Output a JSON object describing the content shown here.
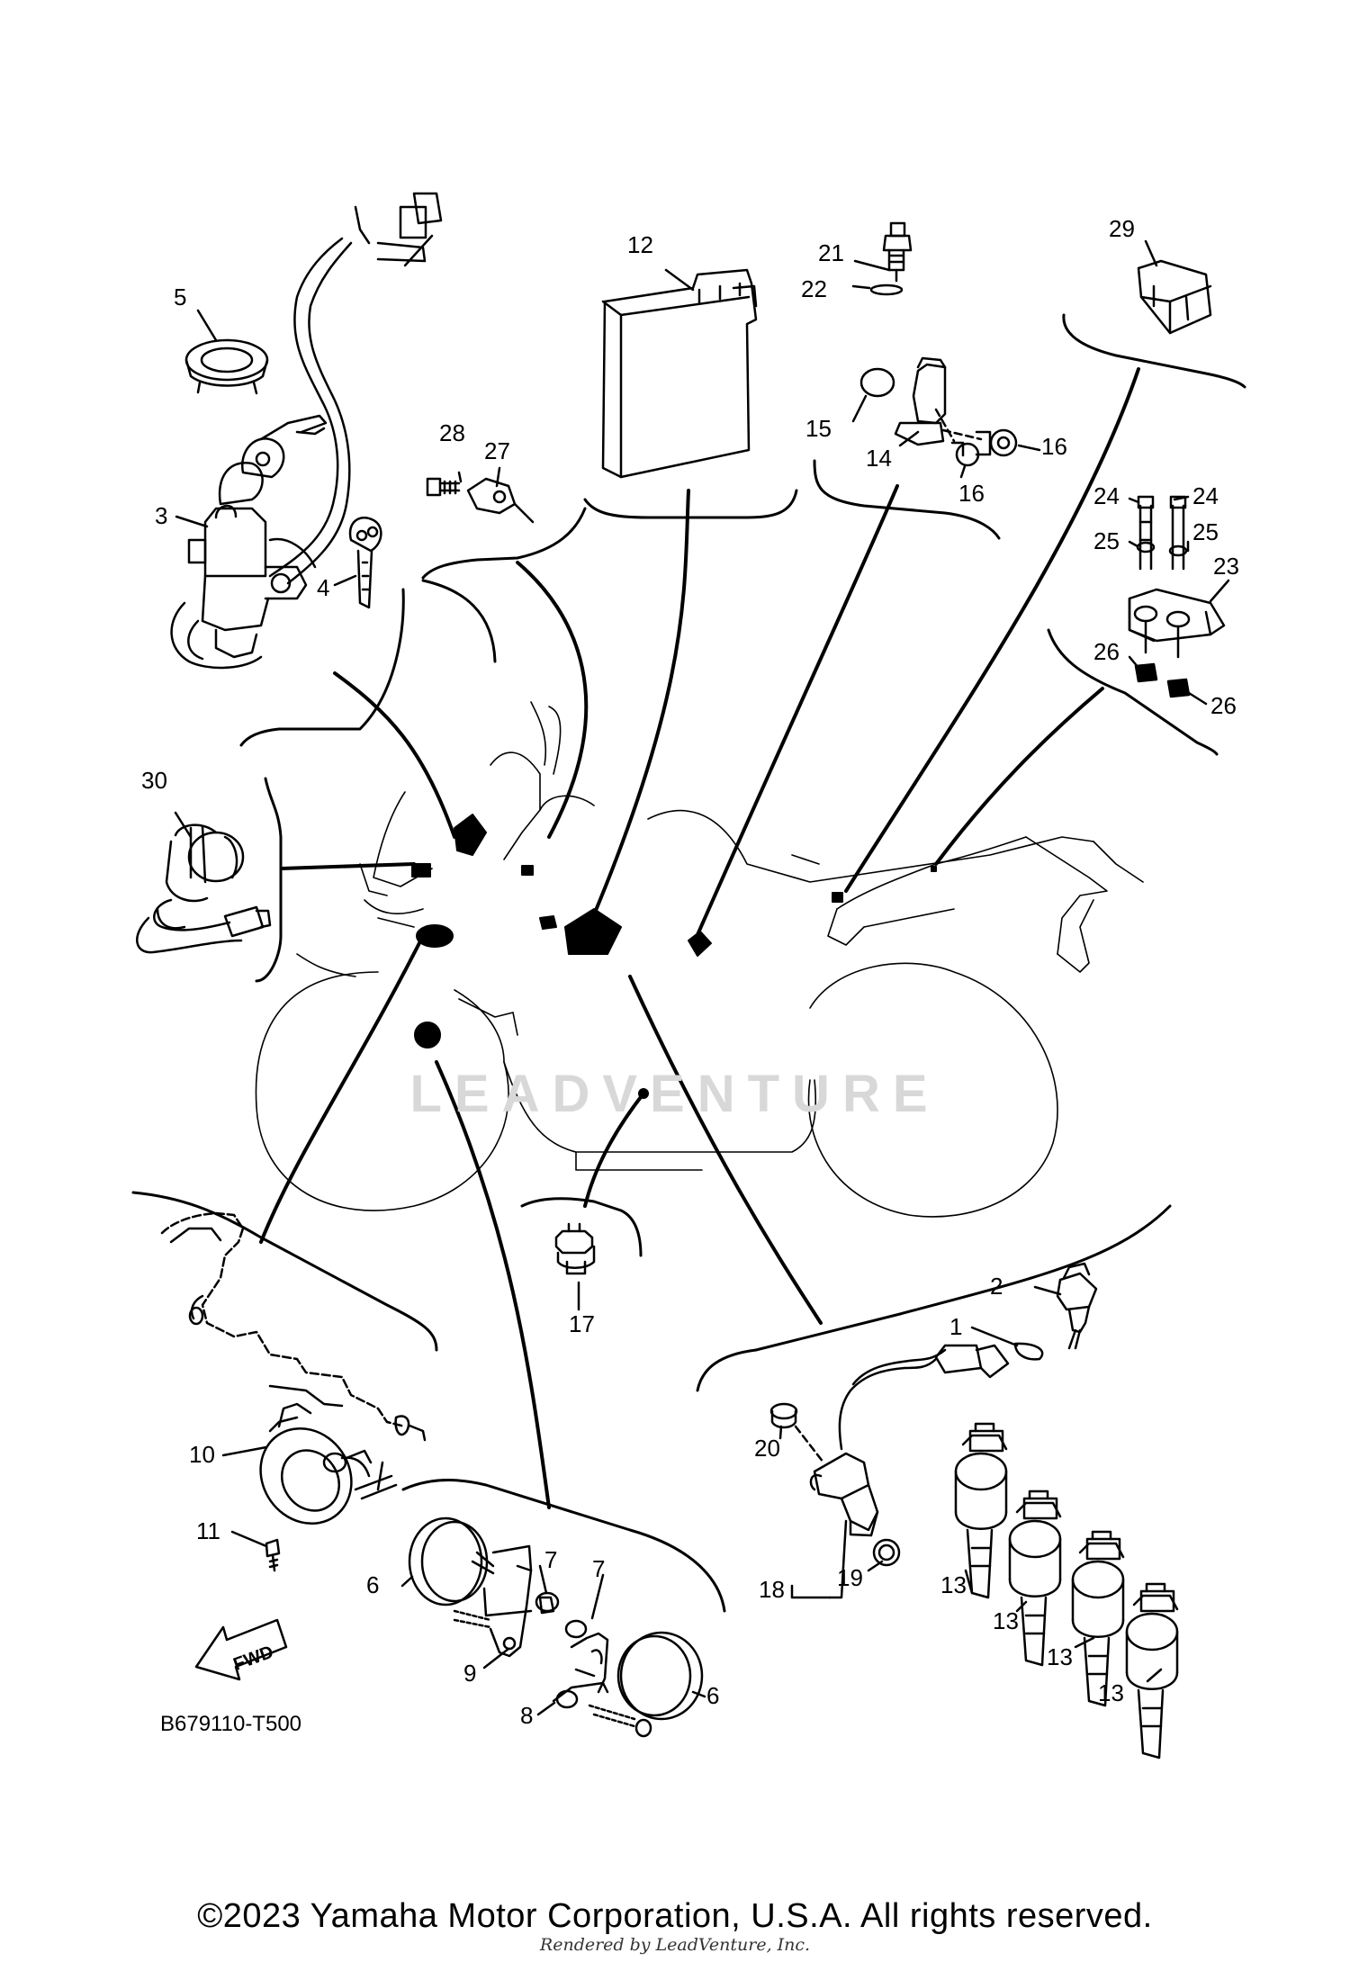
{
  "diagram": {
    "code": "B679110-T500",
    "fwd_label": "FWD",
    "labels": {
      "l1": "1",
      "l2": "2",
      "l3": "3",
      "l4": "4",
      "l5": "5",
      "l6a": "6",
      "l6b": "6",
      "l7a": "7",
      "l7b": "7",
      "l8": "8",
      "l9": "9",
      "l10": "10",
      "l11": "11",
      "l12": "12",
      "l13a": "13",
      "l13b": "13",
      "l13c": "13",
      "l13d": "13",
      "l14": "14",
      "l15": "15",
      "l16a": "16",
      "l16b": "16",
      "l17": "17",
      "l18": "18",
      "l19": "19",
      "l20": "20",
      "l21": "21",
      "l22": "22",
      "l23": "23",
      "l24a": "24",
      "l24b": "24",
      "l25a": "25",
      "l25b": "25",
      "l26a": "26",
      "l26b": "26",
      "l27": "27",
      "l28": "28",
      "l29": "29",
      "l30": "30"
    }
  },
  "watermark": "LEADVENTURE",
  "footer": {
    "copyright": "©2023 Yamaha Motor Corporation, U.S.A. All rights reserved.",
    "rendered": "Rendered by LeadVenture, Inc."
  }
}
